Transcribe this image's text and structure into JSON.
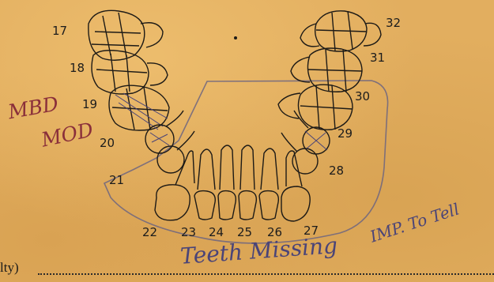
{
  "tooth_numbers": [
    "17",
    "18",
    "19",
    "20",
    "21",
    "22",
    "23",
    "24",
    "25",
    "26",
    "27",
    "28",
    "29",
    "30",
    "31",
    "32"
  ],
  "handwritten_notes": {
    "mbd": "MBD",
    "mod": "MOD",
    "missing": "Teeth Missing",
    "imp": "IMP. To Tell"
  },
  "form_label": "lty)",
  "colors": {
    "paper": "#e2ae5f",
    "ink": "#1c1c1c",
    "pencil": "#4a4478",
    "red_pencil": "#8a2f3a"
  }
}
